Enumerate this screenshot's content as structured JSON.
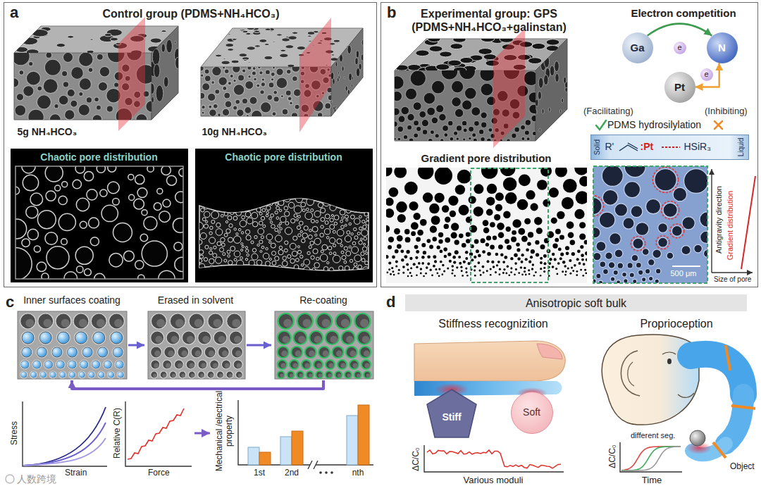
{
  "diagram": {
    "nodes": [
      {
        "text": [
          "a",
          "Control group (PDMS+NH₄HCO₃)"
        ]
      },
      {
        "text": [
          "5g NH₄HCO₃"
        ],
        "in": 0
      },
      {
        "text": [
          "10g NH₄HCO₃"
        ],
        "in": 0
      },
      {
        "text": [
          "Chaotic pore distribution"
        ],
        "in": 0
      },
      {
        "text": [
          "Chaotic pore distribution"
        ],
        "in": 0
      },
      {
        "text": [
          "b",
          "Experimental group: GPS (PDMS+NH₄HCO₃+galinstan)"
        ]
      },
      {
        "text": [
          "Ga"
        ],
        "in": 5
      },
      {
        "text": [
          "N"
        ],
        "in": 5
      },
      {
        "text": [
          "Pt"
        ],
        "in": 5
      },
      {
        "text": [
          "e"
        ],
        "in": 5
      },
      {
        "text": [
          "e"
        ],
        "in": 5
      },
      {
        "text": [
          "Solid",
          "R'",
          ":Pt",
          "HSiR₃",
          "Liquid"
        ],
        "in": 5
      },
      {
        "text": [
          "Gradient pore distribution"
        ],
        "in": 5
      },
      {
        "text": [
          "500 μm"
        ],
        "in": 5
      },
      {
        "text": [
          "Inner surfaces coating"
        ]
      },
      {
        "text": [
          "Erased in solvent"
        ]
      },
      {
        "text": [
          "Re-coating"
        ]
      },
      {
        "text": [
          "Anisotropic soft bulk"
        ]
      },
      {
        "text": [
          "Stiff"
        ]
      },
      {
        "text": [
          "Soft"
        ]
      }
    ],
    "edges": [
      {
        "from": 6,
        "to": 7,
        "arrow": "to"
      },
      {
        "from": 7,
        "to": 8,
        "arrow": "both"
      },
      {
        "from": 14,
        "to": 15,
        "arrow": "to"
      },
      {
        "from": 15,
        "to": 16,
        "arrow": "to"
      },
      {
        "from": 16,
        "to": 14,
        "arrow": "to"
      }
    ],
    "labels": [
      "Electron competition",
      "(Facilitating)",
      "(Inhibiting)",
      "PDMS hydrosilylation",
      "Antigravity direction",
      "Gradient distribution",
      "Size of pore",
      "c",
      "Stress",
      "Strain",
      "Relative C(R)",
      "Force",
      "Mechanical /electrical property",
      "1st",
      "2nd",
      "nth",
      "d",
      "Stiffness recognizition",
      "Proprioception",
      "ΔC/C₀",
      "Various moduli",
      "ΔC/C₀",
      "different seg.",
      "Time",
      "Object",
      "人数跨境"
    ]
  }
}
